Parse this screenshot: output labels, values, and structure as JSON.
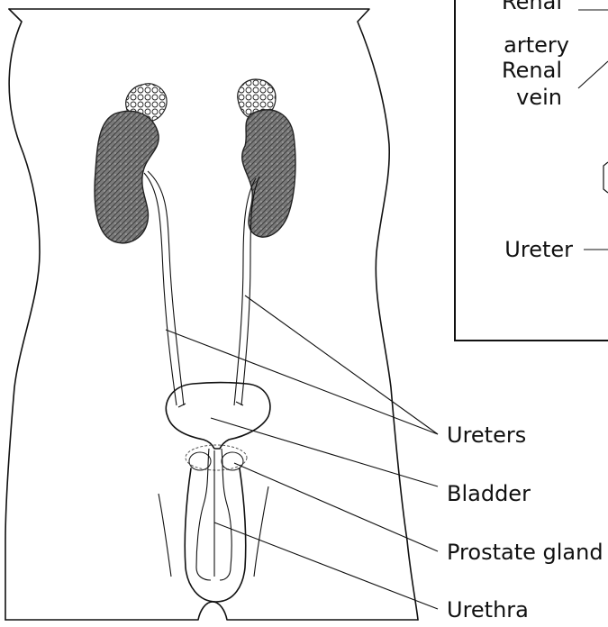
{
  "diagram": {
    "labels": {
      "ureters": "Ureters",
      "bladder": "Bladder",
      "prostate_gland": "Prostate gland",
      "urethra": "Urethra"
    },
    "inset": {
      "renal_artery_line1": "Renal",
      "renal_artery_line2": "artery",
      "renal_vein_line1": "Renal",
      "renal_vein_line2": "vein",
      "ureter": "Ureter"
    },
    "colors": {
      "line": "#111111",
      "kidney_fill": "#7a7a7a",
      "background": "#ffffff"
    }
  }
}
